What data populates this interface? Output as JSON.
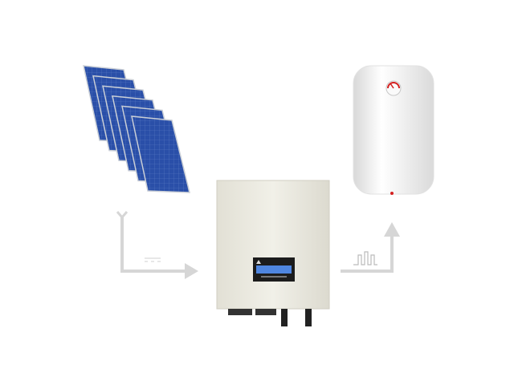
{
  "colors": {
    "background": "#ffffff",
    "panel_cell": "#2a4fa8",
    "panel_frame": "#c9ced6",
    "inverter_body": "#ecebe2",
    "display_screen": "#4f86e0",
    "arrow": "#d6d6d6",
    "heater_body": "#f4f4f4",
    "heater_accent": "#d42020"
  },
  "components": [
    {
      "id": "solar-panels",
      "icon": "solar-panel-array",
      "count": 6
    },
    {
      "id": "inverter",
      "icon": "solar-inverter"
    },
    {
      "id": "water-heater",
      "icon": "electric-boiler"
    }
  ],
  "flows": [
    {
      "from": "solar-panels",
      "to": "inverter",
      "symbol": "dc-current"
    },
    {
      "from": "inverter",
      "to": "water-heater",
      "symbol": "pulsed-waveform"
    }
  ]
}
